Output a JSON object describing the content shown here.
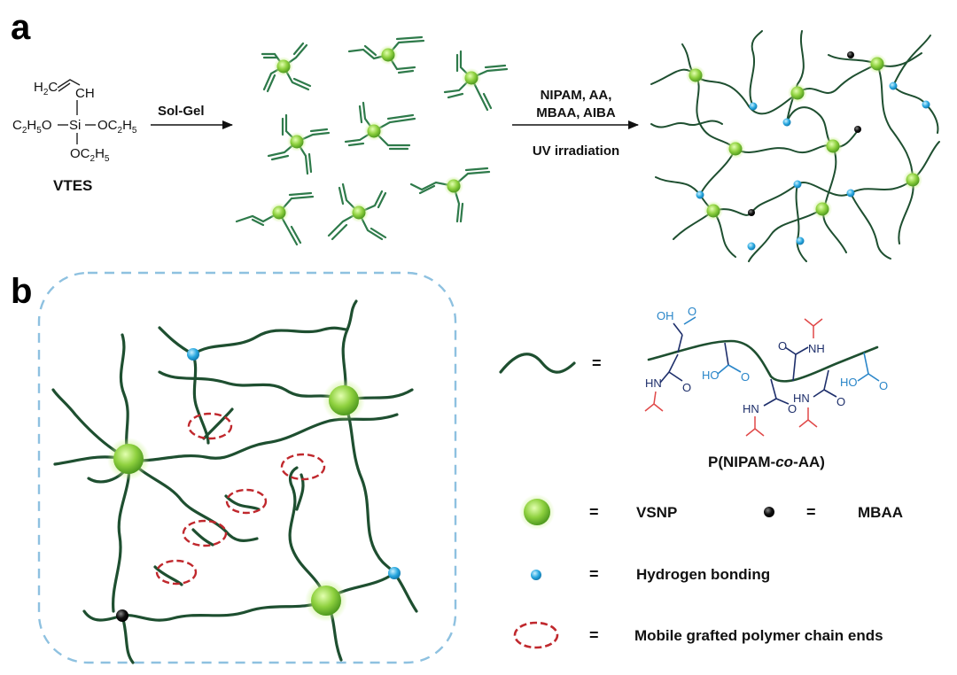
{
  "panel_a": {
    "letter": "a",
    "monomer": {
      "vinyl_h2c": "H",
      "vinyl_sub": "2",
      "vinyl_c": "C",
      "vinyl_ch": "CH",
      "left_group": "C",
      "left_sub1": "2",
      "left_h": "H",
      "left_sub2": "5",
      "left_o": "O",
      "si": "Si",
      "right_oc": "OC",
      "right_sub1": "2",
      "right_h": "H",
      "right_sub2": "5",
      "bottom_oc": "OC",
      "bottom_sub1": "2",
      "bottom_h": "H",
      "bottom_sub2": "5",
      "name": "VTES"
    },
    "step1_label": "Sol-Gel",
    "step2_line1": "NIPAM, AA,",
    "step2_line2": "MBAA, AIBA",
    "step2_line3": "UV irradiation"
  },
  "panel_b": {
    "letter": "b",
    "chem": {
      "oh1": "OH",
      "o1": "O",
      "hn_left": "HN",
      "o2": "O",
      "ho_mid": "HO",
      "o3": "O",
      "nh_top": "NH",
      "o4": "O",
      "hn_b1": "HN",
      "hn_b2": "HN",
      "o5": "O",
      "o6": "O",
      "ho_right": "HO",
      "o7": "O"
    },
    "legend": {
      "equals": "=",
      "polymer_name_prefix": "P(NIPAM-",
      "polymer_name_italic": "co",
      "polymer_name_suffix": "-AA)",
      "vsnp": "VSNP",
      "mbaa": "MBAA",
      "hbond": "Hydrogen bonding",
      "mobile": "Mobile grafted polymer chain ends"
    }
  },
  "colors": {
    "chain": "#1e4f30",
    "vsnp": "#8fd13f",
    "hbond": "#29a8e0",
    "mbaa": "#111111",
    "mobile_ring": "#c0282d",
    "box_dash": "#8ec1e0",
    "acid_blue": "#2a86c9",
    "amide_navy": "#1e2f6b",
    "isopropyl_red": "#e04848"
  }
}
